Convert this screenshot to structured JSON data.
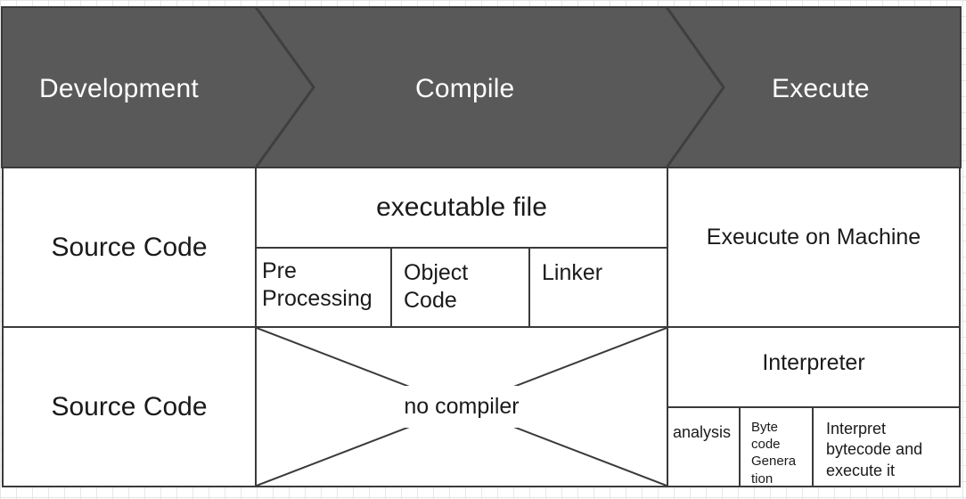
{
  "header": {
    "stages": [
      "Development",
      "Compile",
      "Execute"
    ],
    "fill_color": "#595959"
  },
  "rows": [
    {
      "development": "Source Code",
      "compile": {
        "title": "executable file",
        "steps": [
          "Pre\nProcessing",
          "Object\nCode",
          "Linker"
        ]
      },
      "execute": {
        "title": "Exeucute on Machine"
      }
    },
    {
      "development": "Source Code",
      "compile": {
        "title": "no compiler"
      },
      "execute": {
        "title": "Interpreter",
        "steps": [
          "analysis",
          "Byte\ncode\nGenera\ntion",
          "Interpret\nbytecode and\nexecute it"
        ]
      }
    }
  ]
}
